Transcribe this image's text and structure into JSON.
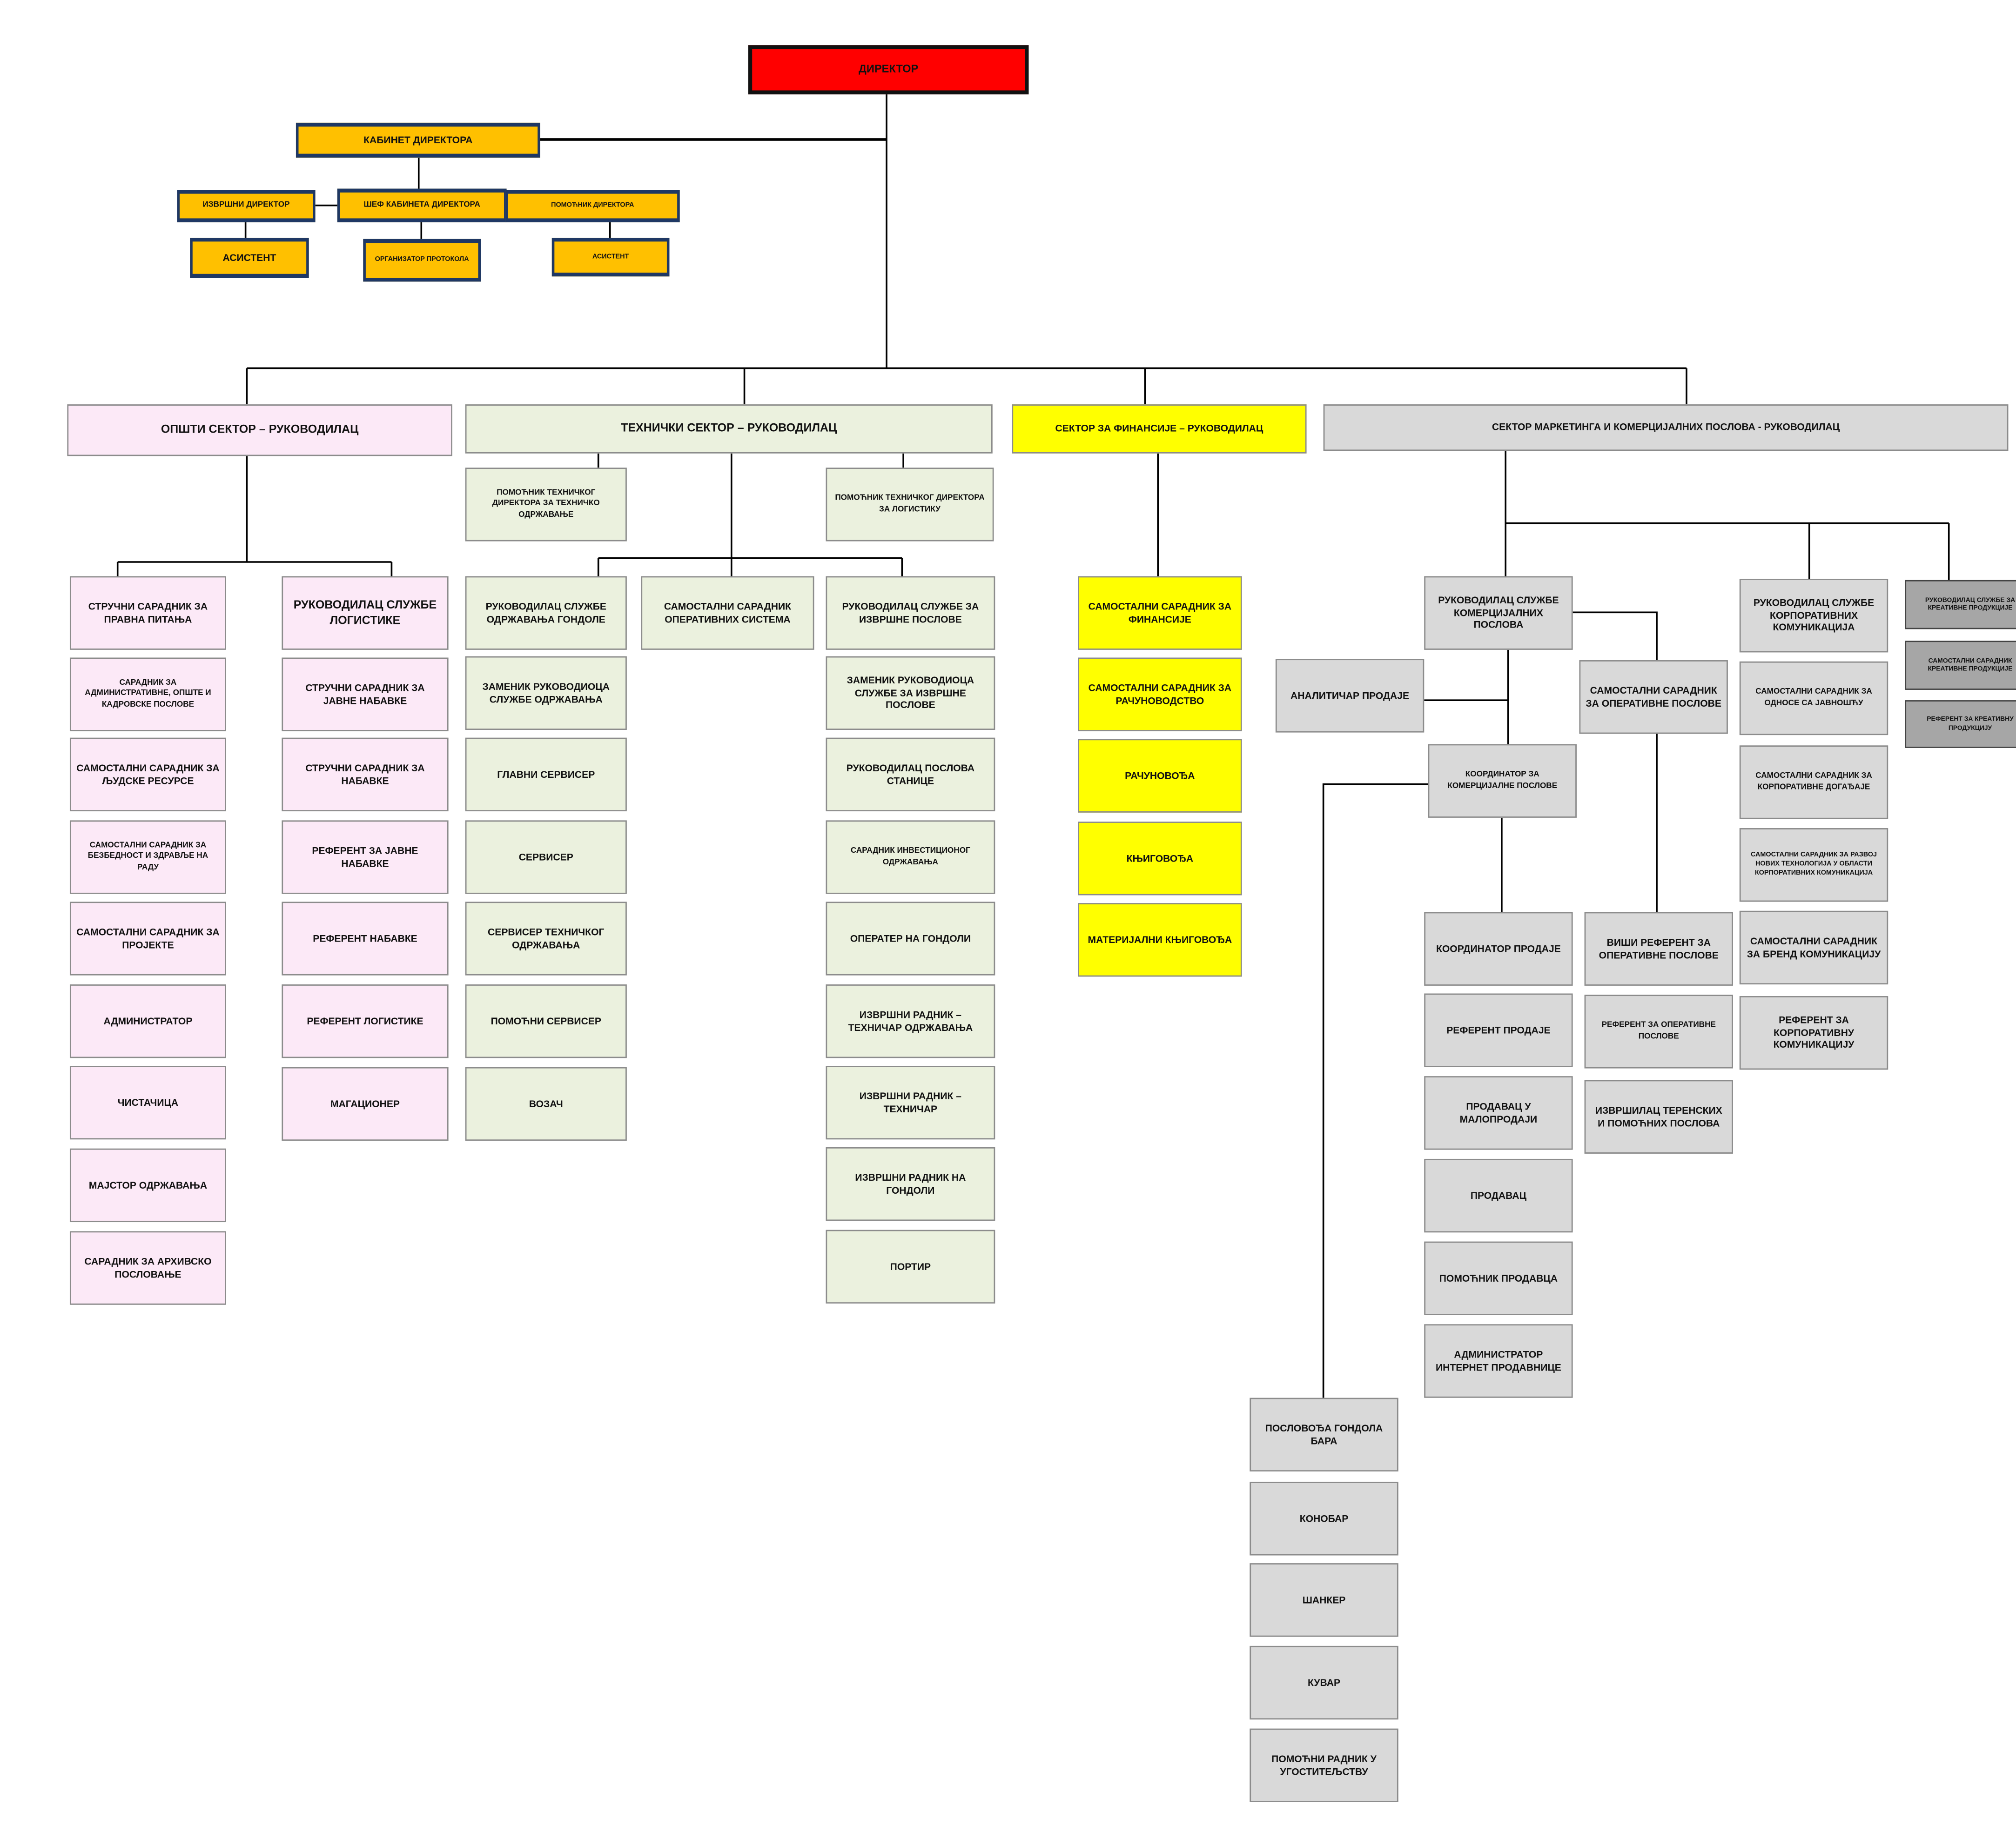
{
  "colors": {
    "director": "#ff0000",
    "cabinet": "#ffc000",
    "general": "#fce9f7",
    "technical": "#ebf1de",
    "finance": "#ffff00",
    "marketing": "#d9d9d9",
    "creative": "#a6a6a6"
  },
  "director": "ДИРЕКТОР",
  "cabinet": {
    "title": "КАБИНЕТ ДИРЕКТОРА",
    "executive_director": "ИЗВРШНИ ДИРЕКТОР",
    "chief": "ШЕФ КАБИНЕТА ДИРЕКТОРА",
    "assistant_director": "ПОМОЋНИК ДИРЕКТОРА",
    "assistant1": "АСИСТЕНТ",
    "protocol": "ОРГАНИЗАТОР ПРОТОКОЛА",
    "assistant2": "АСИСТЕНТ"
  },
  "general": {
    "title": "ОПШТИ СЕКТОР – РУКОВОДИЛАЦ",
    "col1": [
      "СТРУЧНИ САРАДНИК ЗА ПРАВНА ПИТАЊА",
      "САРАДНИК ЗА АДМИНИСТРАТИВНЕ, ОПШТЕ И КАДРОВСКЕ ПОСЛОВЕ",
      "САМОСТАЛНИ САРАДНИК ЗА ЉУДСКЕ РЕСУРСЕ",
      "САМОСТАЛНИ САРАДНИК ЗА БЕЗБЕДНОСТ И ЗДРАВЉЕ НА РАДУ",
      "САМОСТАЛНИ САРАДНИК ЗА ПРОЈЕКТЕ",
      "АДМИНИСТРАТОР",
      "ЧИСТАЧИЦА",
      "МАЈСТОР ОДРЖАВАЊА",
      "САРАДНИК ЗА АРХИВСКО ПОСЛОВАЊЕ"
    ],
    "col2": [
      "РУКОВОДИЛАЦ СЛУЖБЕ ЛОГИСТИКЕ",
      "СТРУЧНИ САРАДНИК ЗА ЈАВНЕ НАБАВКЕ",
      "СТРУЧНИ САРАДНИК ЗА НАБАВКЕ",
      "РЕФЕРЕНТ ЗА ЈАВНЕ НАБАВКЕ",
      "РЕФЕРЕНТ НАБАВКЕ",
      "РЕФЕРЕНТ ЛОГИСТИКЕ",
      "МАГАЦИОНЕР"
    ]
  },
  "technical": {
    "title": "ТЕХНИЧКИ СЕКТОР – РУКОВОДИЛАЦ",
    "assistants": [
      "ПОМОЋНИК ТЕХНИЧКОГ ДИРЕКТОРА ЗА ТЕХНИЧКО ОДРЖАВАЊЕ",
      "ПОМОЋНИК ТЕХНИЧКОГ ДИРЕКТОРА ЗА ЛОГИСТИКУ"
    ],
    "col1": [
      "РУКОВОДИЛАЦ СЛУЖБЕ ОДРЖАВАЊА ГОНДОЛЕ",
      "ЗАМЕНИК РУКОВОДИОЦА СЛУЖБЕ ОДРЖАВАЊА",
      "ГЛАВНИ СЕРВИСЕР",
      "СЕРВИСЕР",
      "СЕРВИСЕР ТЕХНИЧКОГ ОДРЖАВАЊА",
      "ПОМОЋНИ СЕРВИСЕР",
      "ВОЗАЧ"
    ],
    "independent": "САМОСТАЛНИ САРАДНИК ОПЕРАТИВНИХ СИСТЕМА",
    "col2": [
      "РУКОВОДИЛАЦ СЛУЖБЕ ЗА ИЗВРШНЕ ПОСЛОВЕ",
      "ЗАМЕНИК РУКОВОДИОЦА СЛУЖБЕ ЗА ИЗВРШНЕ ПОСЛОВЕ",
      "РУКОВОДИЛАЦ ПОСЛОВА СТАНИЦЕ",
      "САРАДНИК ИНВЕСТИЦИОНОГ ОДРЖАВАЊА",
      "ОПЕРАТЕР НА ГОНДОЛИ",
      "ИЗВРШНИ РАДНИК – ТЕХНИЧАР ОДРЖАВАЊА",
      "ИЗВРШНИ РАДНИК – ТЕХНИЧАР",
      "ИЗВРШНИ РАДНИК НА ГОНДОЛИ",
      "ПОРТИР"
    ]
  },
  "finance": {
    "title": "СЕКТОР ЗА ФИНАНСИЈЕ – РУКОВОДИЛАЦ",
    "items": [
      "САМОСТАЛНИ САРАДНИК ЗА ФИНАНСИЈЕ",
      "САМОСТАЛНИ САРАДНИК ЗА РАЧУНОВОДСТВО",
      "РАЧУНОВОЂА",
      "КЊИГОВОЂА",
      "МАТЕРИЈАЛНИ КЊИГОВОЂА"
    ]
  },
  "marketing": {
    "title": "СЕКТОР МАРКЕТИНГА И КОМЕРЦИЈАЛНИХ ПОСЛОВА - РУКОВОДИЛАЦ",
    "commercial_head": "РУКОВОДИЛАЦ  СЛУЖБЕ КОМЕРЦИЈАЛНИХ ПОСЛОВА",
    "analyst": "АНАЛИТИЧАР ПРОДАЈЕ",
    "independent_ops": "САМОСТАЛНИ САРАДНИК ЗА ОПЕРАТИВНЕ ПОСЛОВЕ",
    "coordinator": "КООРДИНАТОР ЗА КОМЕРЦИЈАЛНЕ ПОСЛОВЕ",
    "ops_col": [
      "ВИШИ РЕФЕРЕНТ ЗА ОПЕРАТИВНЕ ПОСЛОВЕ",
      "РЕФЕРЕНТ ЗА ОПЕРАТИВНЕ ПОСЛОВЕ",
      "ИЗВРШИЛАЦ ТЕРЕНСКИХ И ПОМОЋНИХ ПОСЛОВА"
    ],
    "sales_col": [
      "КООРДИНАТОР ПРОДАЈЕ",
      "РЕФЕРЕНТ ПРОДАЈЕ",
      "ПРОДАВАЦ У МАЛОПРОДАЈИ",
      "ПРОДАВАЦ",
      "ПОМОЋНИК ПРОДАВЦА",
      "АДМИНИСТРАТОР ИНТЕРНЕТ ПРОДАВНИЦЕ"
    ],
    "bar_col": [
      "ПОСЛОВОЂА ГОНДОЛА БАРА",
      "КОНОБАР",
      "ШАНКЕР",
      "КУВАР",
      "ПОМОЋНИ РАДНИК У УГОСТИТЕЉСТВУ"
    ],
    "corporate": [
      "РУКОВОДИЛАЦ  СЛУЖБЕ КОРПОРАТИВНИХ КОМУНИКАЦИЈА",
      "САМОСТАЛНИ САРАДНИК ЗА ОДНОСЕ СА ЈАВНОШЋУ",
      "САМОСТАЛНИ САРАДНИК ЗА КОРПОРАТИВНЕ ДОГАЂАЈЕ",
      "САМОСТАЛНИ САРАДНИК ЗА РАЗВОЈ НОВИХ ТЕХНОЛОГИЈА У ОБЛАСТИ КОРПОРАТИВНИХ КОМУНИКАЦИЈА",
      "САМОСТАЛНИ САРАДНИК  ЗА БРЕНД КОМУНИКАЦИЈУ",
      "РЕФЕРЕНТ ЗА КОРПОРАТИВНУ КОМУНИКАЦИЈУ"
    ],
    "creative": [
      "РУКОВОДИЛАЦ СЛУЖБЕ ЗА КРЕАТИВНЕ ПРОДУКЦИЈЕ",
      "САМОСТАЛНИ САРАДНИК КРЕАТИВНЕ ПРОДУКЦИЈЕ",
      "РЕФЕРЕНТ ЗА КРЕАТИВНУ ПРОДУКЦИЈУ"
    ]
  }
}
